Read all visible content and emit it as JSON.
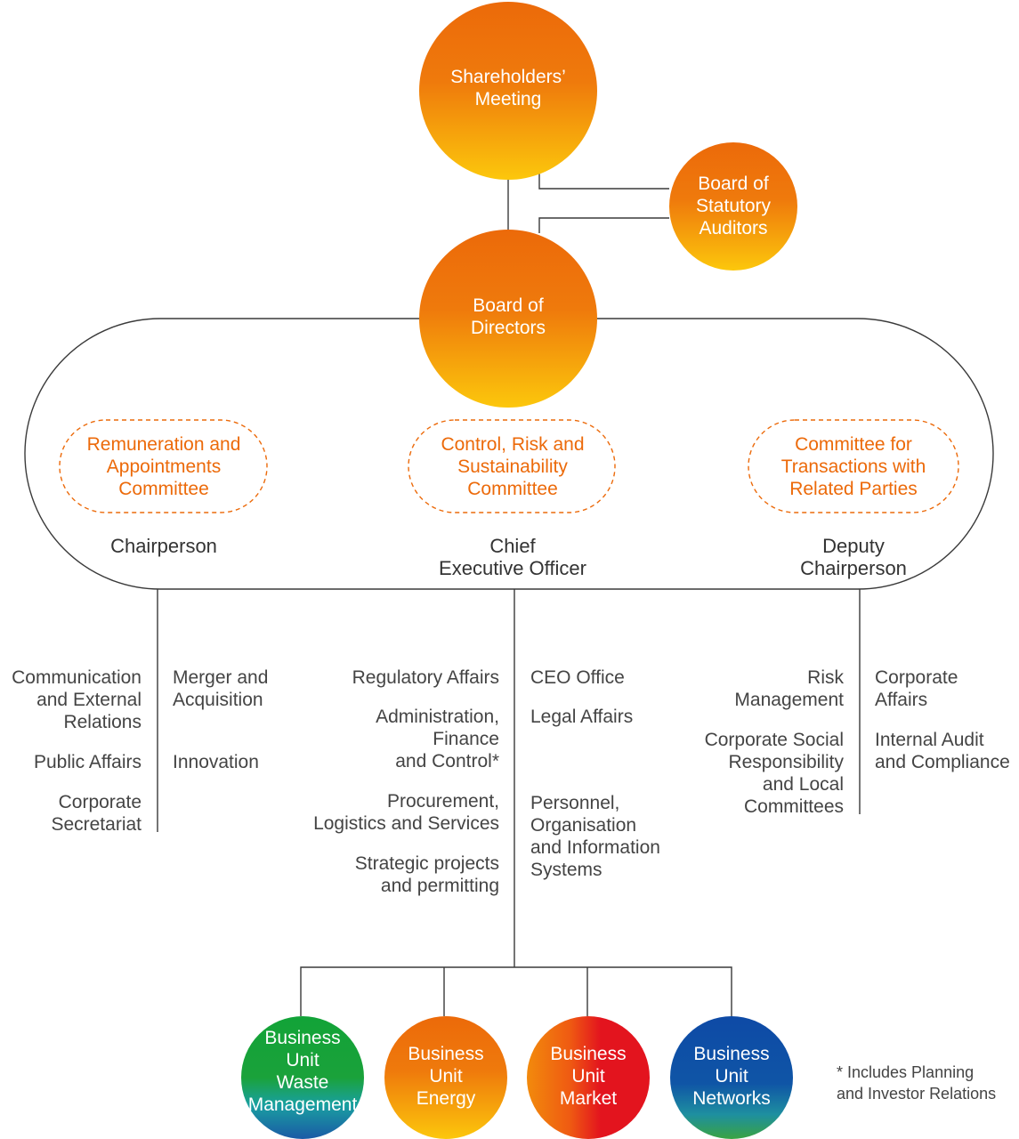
{
  "colors": {
    "orange_top": "#ec6a0a",
    "orange_bottom": "#fcc70c",
    "committee": "#ec6a0a",
    "waste_top": "#12a338",
    "waste_bottom": "#1b5aa6",
    "market_top": "#ef6d0a",
    "market_bottom": "#e3141e",
    "networks_top": "#0e4aa6",
    "networks_bottom": "#3aa342",
    "line": "#3a3a3a",
    "text": "#444444"
  },
  "top": {
    "shareholders": [
      "Shareholders’",
      "Meeting"
    ],
    "auditors": [
      "Board of",
      "Statutory",
      "Auditors"
    ],
    "directors": [
      "Board of",
      "Directors"
    ]
  },
  "committees": [
    [
      "Remuneration and",
      "Appointments",
      "Committee"
    ],
    [
      "Control, Risk and",
      "Sustainability",
      "Committee"
    ],
    [
      "Committee for",
      "Transactions with",
      "Related Parties"
    ]
  ],
  "roles": {
    "chair": [
      "Chairperson"
    ],
    "ceo": [
      "Chief",
      "Executive Officer"
    ],
    "deputy": [
      "Deputy",
      "Chairperson"
    ]
  },
  "functions": {
    "chair_left": [
      [
        "Communication",
        "and External",
        "Relations"
      ],
      [
        "Public Affairs"
      ],
      [
        "Corporate",
        "Secretariat"
      ]
    ],
    "chair_right": [
      [
        "Merger and",
        "Acquisition"
      ],
      [
        "Innovation"
      ]
    ],
    "ceo_left": [
      [
        "Regulatory Affairs"
      ],
      [
        "Administration,",
        "Finance",
        "and Control*"
      ],
      [
        "Procurement,",
        "Logistics and Services"
      ],
      [
        "Strategic projects",
        "and permitting"
      ]
    ],
    "ceo_right": [
      [
        "CEO Office"
      ],
      [
        "Legal Affairs"
      ],
      [
        "Personnel,",
        "Organisation",
        "and Information",
        "Systems"
      ]
    ],
    "deputy_left": [
      [
        "Risk",
        "Management"
      ],
      [
        "Corporate Social",
        "Responsibility",
        "and Local",
        "Committees"
      ]
    ],
    "deputy_right": [
      [
        "Corporate",
        "Affairs"
      ],
      [
        "Internal Audit",
        "and Compliance"
      ]
    ]
  },
  "business_units": [
    [
      "Business",
      "Unit",
      "Waste",
      "Management"
    ],
    [
      "Business",
      "Unit",
      "Energy"
    ],
    [
      "Business",
      "Unit",
      "Market"
    ],
    [
      "Business",
      "Unit",
      "Networks"
    ]
  ],
  "footnote": [
    "* Includes Planning",
    "and Investor Relations"
  ]
}
